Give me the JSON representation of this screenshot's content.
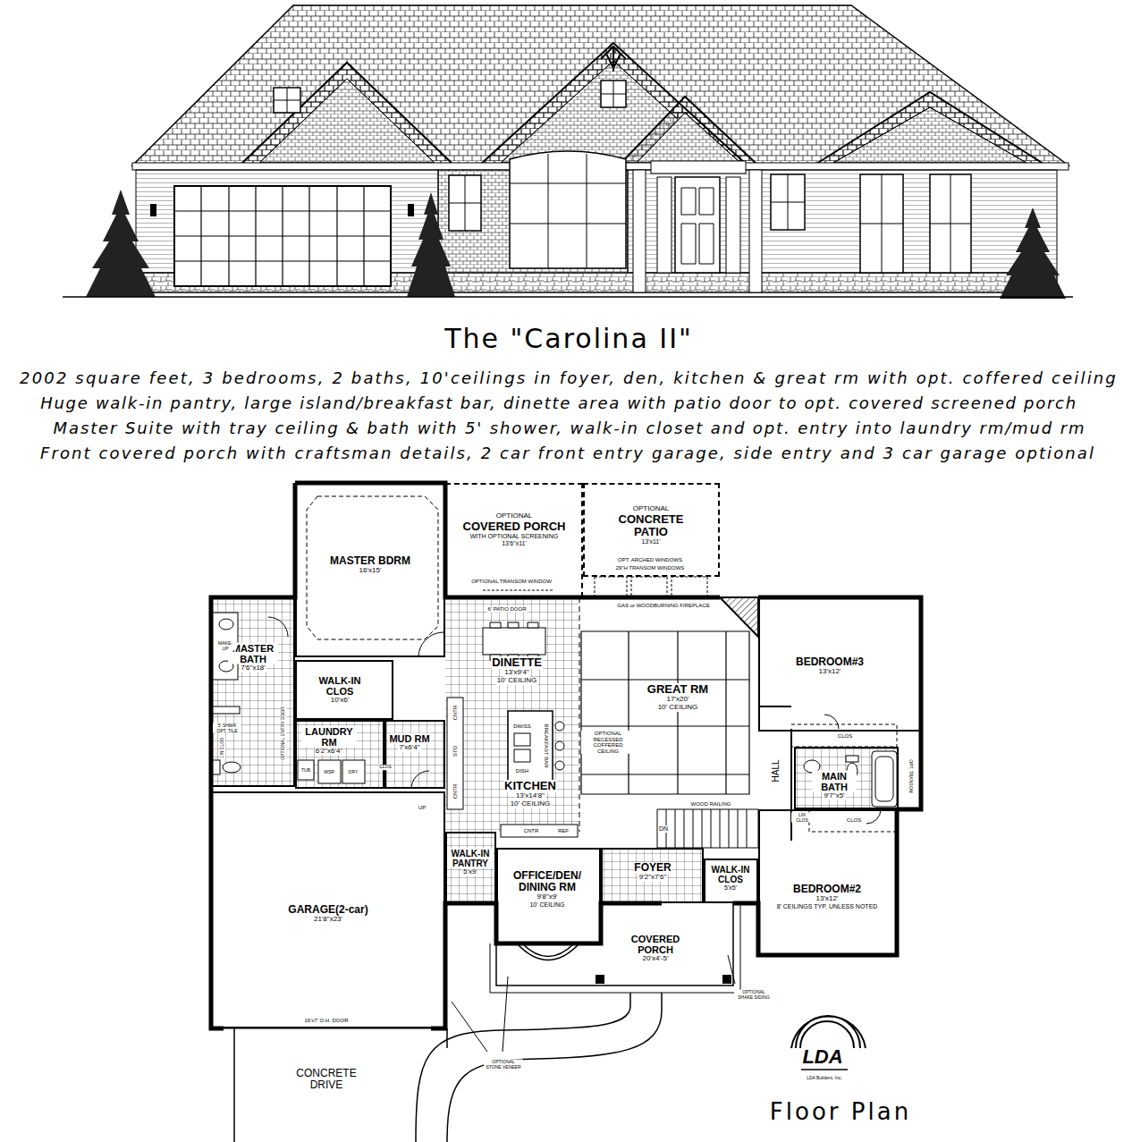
{
  "diagram": {
    "title": "The \"Carolina II\"",
    "nodes": [
      {
        "text": [
          "MASTER BDRM",
          "16'x15'"
        ]
      },
      {
        "text": [
          "MASTER BATH",
          "7'6\"x18'"
        ]
      },
      {
        "text": [
          "WALK-IN CLOS",
          "10'x6'"
        ]
      },
      {
        "text": [
          "LAUNDRY RM",
          "6'2\"x6'4\""
        ]
      },
      {
        "text": [
          "MUD RM",
          "7'x6'4\""
        ]
      },
      {
        "text": [
          "OPTIONAL",
          "COVERED PORCH",
          "WITH OPTIONAL SCREENING",
          "13'6\"x11'"
        ]
      },
      {
        "text": [
          "OPTIONAL",
          "CONCRETE PATIO",
          "13'x11'"
        ]
      },
      {
        "text": [
          "DINETTE",
          "13'x9'4\"",
          "10' CEILING"
        ]
      },
      {
        "text": [
          "KITCHEN",
          "13'x14'8\"",
          "10' CEILING"
        ]
      },
      {
        "text": [
          "GREAT RM",
          "17'x20'",
          "10' CEILING"
        ]
      },
      {
        "text": [
          "BEDROOM#3",
          "13'x12'"
        ]
      },
      {
        "text": [
          "MAIN BATH",
          "9'7\"x5'"
        ]
      },
      {
        "text": [
          "BEDROOM#2",
          "13'x12'",
          "8' CEILINGS TYP. UNLESS NOTED"
        ]
      },
      {
        "text": [
          "GARAGE(2-car)",
          "21'8\"x23'"
        ]
      },
      {
        "text": [
          "WALK-IN PANTRY",
          "5'x9'"
        ]
      },
      {
        "text": [
          "OFFICE/DEN/ DINING RM",
          "9'8\"x9'",
          "10' CEILING"
        ]
      },
      {
        "text": [
          "FOYER",
          "9'2\"x7'6\""
        ]
      },
      {
        "text": [
          "WALK-IN CLOS",
          "5'x5'"
        ]
      },
      {
        "text": [
          "COVERED PORCH",
          "20'x4'-5'"
        ]
      }
    ],
    "labels": [
      "2002 square feet, 3 bedrooms, 2 baths, 10'ceilings in foyer, den, kitchen & great rm with opt. coffered ceiling",
      "Huge walk-in pantry, large island/breakfast bar, dinette area with patio door to opt. covered screened porch",
      "Master Suite with tray ceiling & bath with 5' shower, walk-in closet and opt. entry into laundry rm/mud rm",
      "Front covered porch with craftsman details, 2 car front entry garage, side entry and 3 car garage optional",
      "OPTIONAL TRANSOM WINDOW",
      "OPT. ARCHED WINDOWS",
      "29\"H TRANSOM WINDOWS",
      "6' PATIO DOOR",
      "GAS or WOODBURNING FIREPLACE",
      "OPTIONAL RECESSED COFFERED CEILING",
      "BREAKFAST BAR",
      "DW/SS",
      "DISH",
      "CNTR",
      "STO",
      "CNTR",
      "CNTR",
      "REF",
      "WOOD RAILING",
      "DN",
      "CLOS",
      "HALL",
      "LIN CLOS",
      "CLOS",
      "OPT. TRANSOM",
      "MAKE-UP",
      "5' SHWR OPT. TILE",
      "LIN CLOS",
      "OPTIONAL ENTRY DOOR",
      "TUB",
      "WSR",
      "DRY",
      "CLOS",
      "UP",
      "16'x7' O.H. DOOR",
      "CONCRETE DRIVE",
      "OPTIONAL STONE VENEER",
      "OPTIONAL SHAKE SIDING",
      "LDA",
      "LDA Builders, Inc.",
      "Floor Plan"
    ]
  }
}
